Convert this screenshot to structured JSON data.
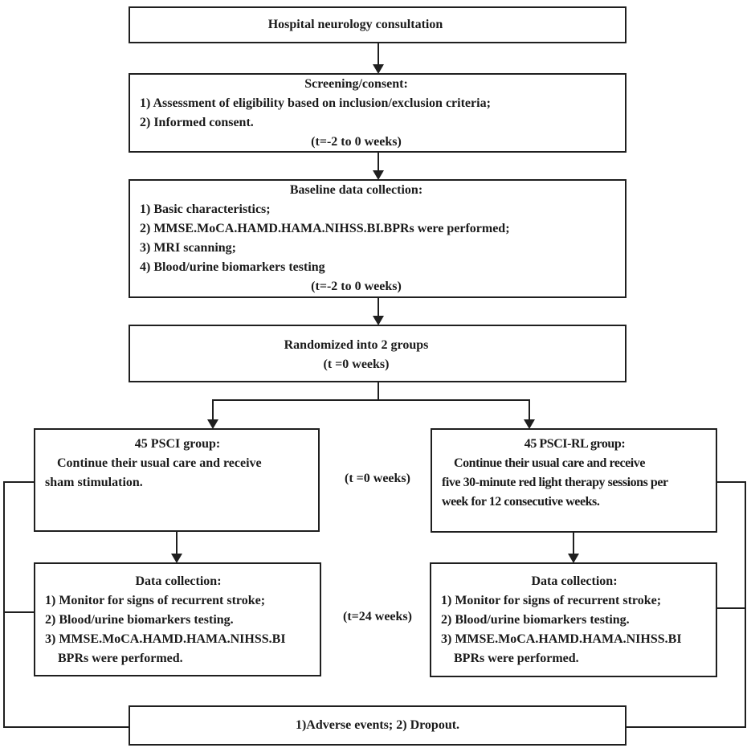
{
  "boxes": {
    "consultation": {
      "title": "Hospital neurology consultation"
    },
    "screening": {
      "title": "Screening/consent:",
      "items": [
        "1) Assessment of eligibility based on inclusion/exclusion criteria;",
        "2) Informed consent."
      ],
      "time": "(t=-2 to 0 weeks)"
    },
    "baseline": {
      "title": "Baseline data collection:",
      "items": [
        "1) Basic characteristics;",
        "2) MMSE.MoCA.HAMD.HAMA.NIHSS.BI.BPRs were performed;",
        "3) MRI scanning;",
        "4) Blood/urine biomarkers testing"
      ],
      "time": "(t=-2 to 0 weeks)"
    },
    "randomized": {
      "title": "Randomized into 2 groups",
      "time": "(t =0 weeks)"
    },
    "psci": {
      "title": "45 PSCI group:",
      "lines": [
        "Continue their usual care and receive",
        "sham stimulation."
      ]
    },
    "psci_rl": {
      "title": "45 PSCI-RL group:",
      "lines": [
        "Continue their usual care and receive",
        "five 30-minute red light therapy sessions per",
        "week for 12 consecutive weeks."
      ]
    },
    "data_left": {
      "title": "Data collection:",
      "items": [
        "1) Monitor for signs of recurrent stroke;",
        "2) Blood/urine biomarkers testing.",
        "3) MMSE.MoCA.HAMD.HAMA.NIHSS.BI",
        "BPRs were performed."
      ]
    },
    "data_right": {
      "title": "Data collection:",
      "items": [
        "1) Monitor for signs of recurrent stroke;",
        "2) Blood/urine biomarkers testing.",
        "3) MMSE.MoCA.HAMD.HAMA.NIHSS.BI",
        "BPRs were performed."
      ]
    },
    "adverse": {
      "title": "1)Adverse events; 2) Dropout."
    }
  },
  "labels": {
    "t0": "(t =0 weeks)",
    "t24": "(t=24 weeks)"
  },
  "colors": {
    "line": "#1f1f1f",
    "text": "#1a1a1a",
    "background": "#ffffff"
  }
}
